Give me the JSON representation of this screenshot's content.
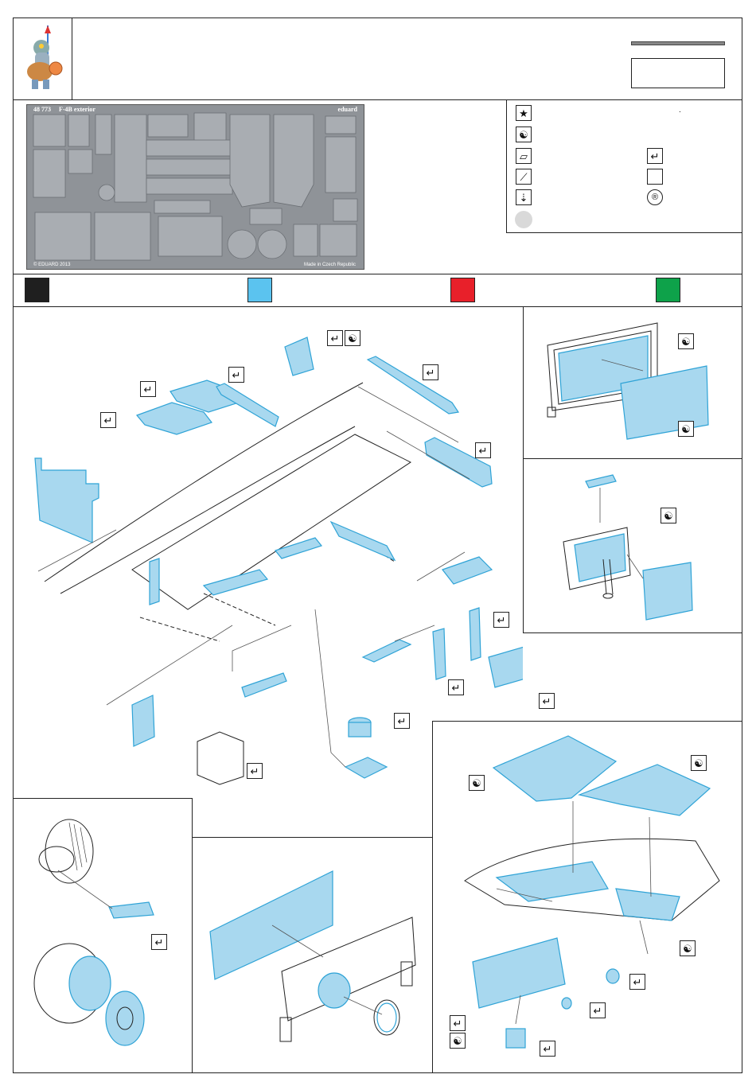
{
  "header": {
    "logo_name": "eduard-knight-mascot",
    "title_bar": "",
    "code_box": ""
  },
  "fret": {
    "code": "48 773",
    "name": "F-4B exterior",
    "brand": "eduard",
    "copyright": "© EDUARD 2013",
    "made_in": "Made in Czech Republic"
  },
  "legend": {
    "symbols": [
      {
        "icon": "star-icon",
        "text": ""
      },
      {
        "icon": "yin-yang-icon",
        "text": ""
      },
      {
        "icon": "fold-part-icon",
        "text": ""
      },
      {
        "icon": "bend-curve-icon",
        "text": ""
      },
      {
        "icon": "drill-icon",
        "text": ""
      },
      {
        "icon": "grey-circle-icon",
        "text": ""
      },
      {
        "icon": "glue-check-icon",
        "text": ""
      },
      {
        "icon": "empty-box-icon",
        "text": ""
      },
      {
        "icon": "registered-r-icon",
        "text": ""
      }
    ],
    "dot_mark": "."
  },
  "colors": {
    "black": "#1f1f1f",
    "blue": "#5bc3ef",
    "red": "#e8202a",
    "green": "#0ea24a",
    "part_fill": "#a8d8ef",
    "part_stroke": "#2fa3d6"
  },
  "color_chips": [
    {
      "name": "black-swatch",
      "color": "#1f1f1f"
    },
    {
      "name": "blue-swatch",
      "color": "#5bc3ef"
    },
    {
      "name": "red-swatch",
      "color": "#e8202a"
    },
    {
      "name": "green-swatch",
      "color": "#0ea24a"
    }
  ],
  "panels": {
    "main": "wheel-well-assembly",
    "top_right": "door-panel",
    "mid_right": "instrument-bracket",
    "bottom_left": "wheel-hub",
    "bottom_mid": "door-strut",
    "bottom_right": "intake-bay"
  }
}
